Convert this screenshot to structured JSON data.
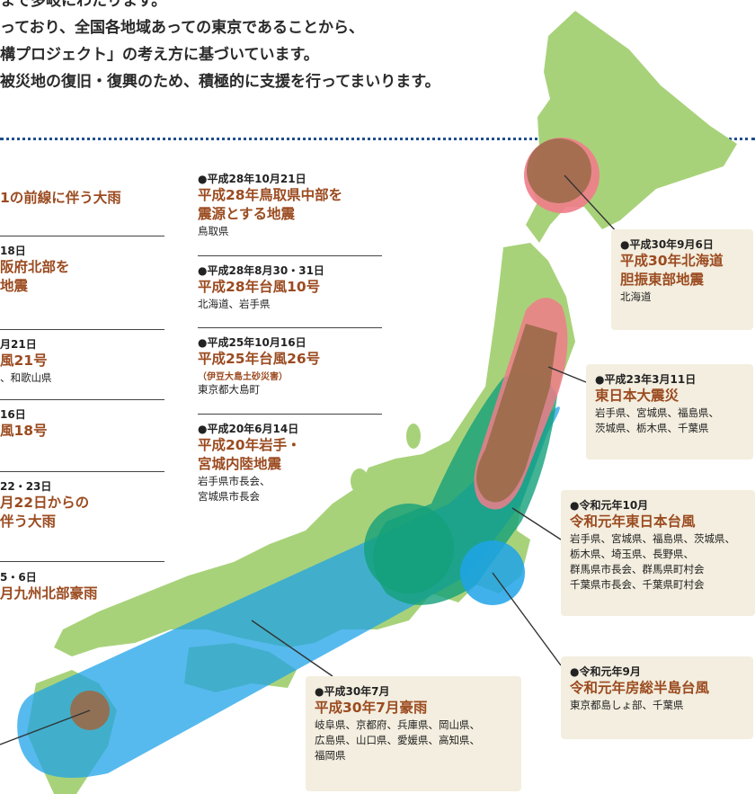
{
  "intro": {
    "lines": [
      "まで多岐にわたります。",
      "っており、全国各地域あっての東京であることから、",
      "構プロジェクト」の考え方に基づいています。",
      "被災地の復旧・復興のため、積極的に支援を行ってまいります。"
    ]
  },
  "left_column": [
    {
      "date": "",
      "title": "1の前線に伴う大雨",
      "area": ""
    },
    {
      "date": "18日",
      "title": "阪府北部を",
      "title2": "地震",
      "area": ""
    },
    {
      "date": "月21日",
      "title": "風21号",
      "area": "、和歌山県"
    },
    {
      "date": "16日",
      "title": "風18号",
      "area": ""
    },
    {
      "date": "22・23日",
      "title": "月22日からの",
      "title2": "伴う大雨",
      "area": ""
    },
    {
      "date": "5・6日",
      "title": "月九州北部豪雨",
      "area": ""
    }
  ],
  "middle_column": [
    {
      "date": "●平成28年10月21日",
      "title": "平成28年鳥取県中部を",
      "title2": "震源とする地震",
      "area": "鳥取県"
    },
    {
      "date": "●平成28年8月30・31日",
      "title": "平成28年台風10号",
      "area": "北海道、岩手県"
    },
    {
      "date": "●平成25年10月16日",
      "title": "平成25年台風26号",
      "sub": "（伊豆大島土砂災害）",
      "area": "東京都大島町"
    },
    {
      "date": "●平成20年6月14日",
      "title": "平成20年岩手・",
      "title2": "宮城内陸地震",
      "area": "岩手県市長会、",
      "area2": "宮城県市長会"
    }
  ],
  "boxes": {
    "hokkaido": {
      "date": "●平成30年9月6日",
      "title": "平成30年北海道",
      "title2": "胆振東部地震",
      "area": "北海道"
    },
    "tohoku": {
      "date": "●平成23年3月11日",
      "title": "東日本大震災",
      "area": "岩手県、宮城県、福島県、",
      "area2": "茨城県、栃木県、千葉県"
    },
    "reiwa_typhoon": {
      "date": "●令和元年10月",
      "title": "令和元年東日本台風",
      "area": "岩手県、宮城県、福島県、茨城県、",
      "area2": "栃木県、埼玉県、長野県、",
      "area3": "群馬県市長会、群馬県町村会",
      "area4": "千葉県市長会、千葉県町村会"
    },
    "boso": {
      "date": "●令和元年9月",
      "title": "令和元年房総半島台風",
      "area": "東京都島しょ部、千葉県"
    },
    "july_rain": {
      "date": "●平成30年7月",
      "title": "平成30年7月豪雨",
      "area": "岐阜県、京都府、兵庫県、岡山県、",
      "area2": "広島県、山口県、愛媛県、高知県、",
      "area3": "福岡県"
    }
  },
  "colors": {
    "land": "#a8d27a",
    "rain_zone": "#1fa3e8",
    "typhoon_zone": "#14a07a",
    "quake_zone": "#f07c8a",
    "overlap": "#9a6a48",
    "title_brown": "#9b4b20",
    "box_bg": "#f3eedf",
    "divider_blue": "#1f4f8f"
  }
}
